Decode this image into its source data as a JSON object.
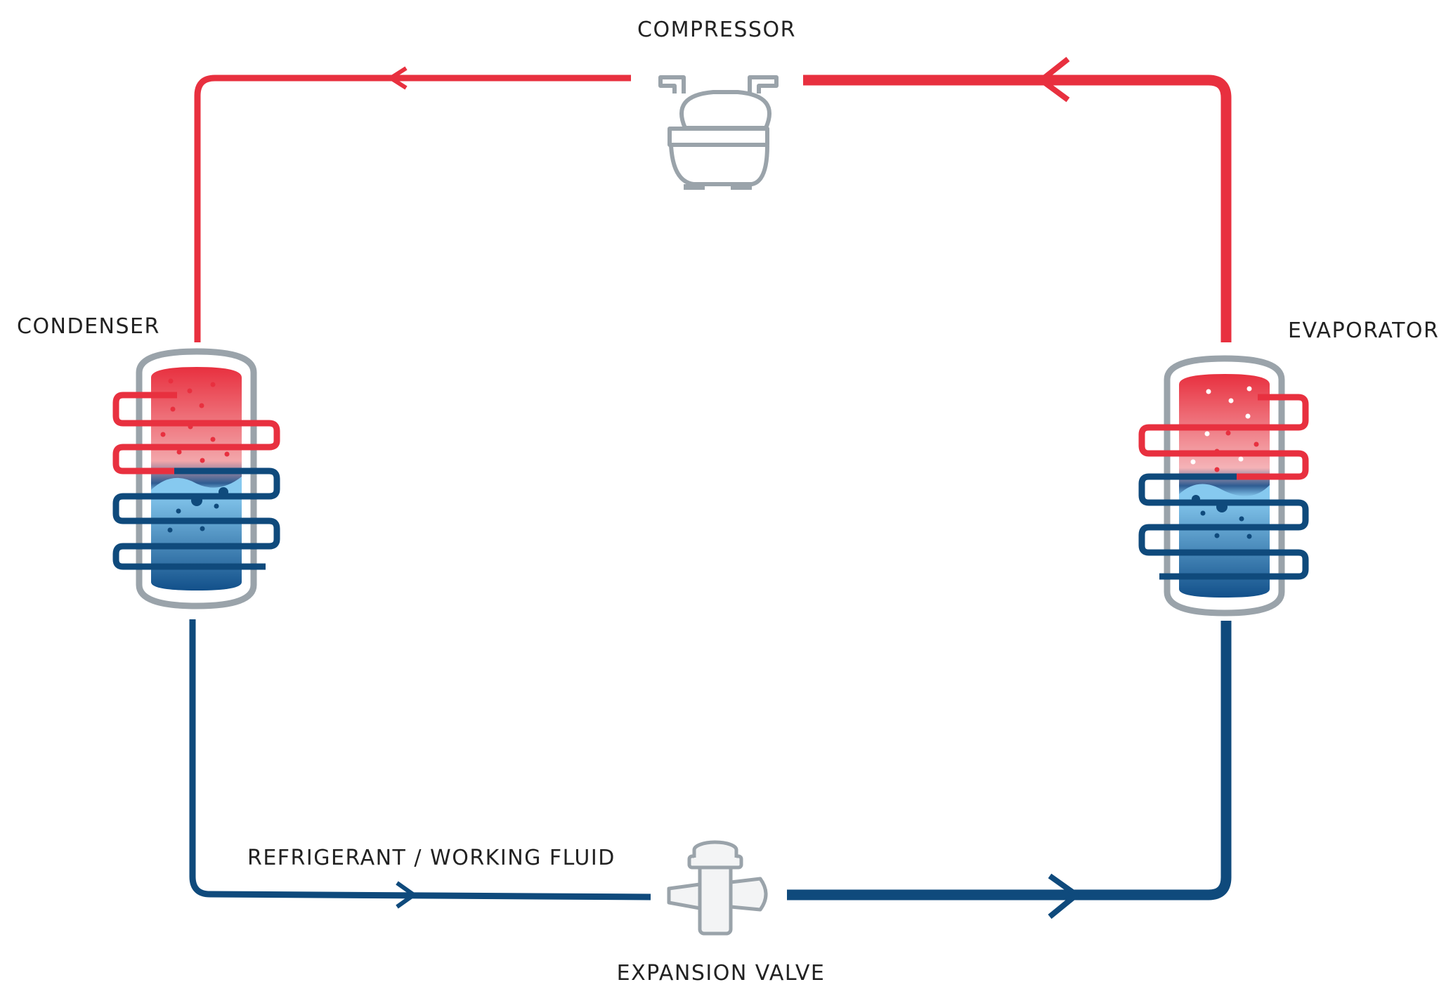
{
  "labels": {
    "compressor": "COMPRESSOR",
    "condenser": "CONDENSER",
    "evaporator": "EVAPORATOR",
    "expansion_valve": "EXPANSION VALVE",
    "refrigerant": "REFRIGERANT / WORKING FLUID"
  },
  "colors": {
    "hot": "#e8303f",
    "cold": "#0f4a7c",
    "shell": "#9aa3aa",
    "light_blue": "#7cc6ee"
  }
}
